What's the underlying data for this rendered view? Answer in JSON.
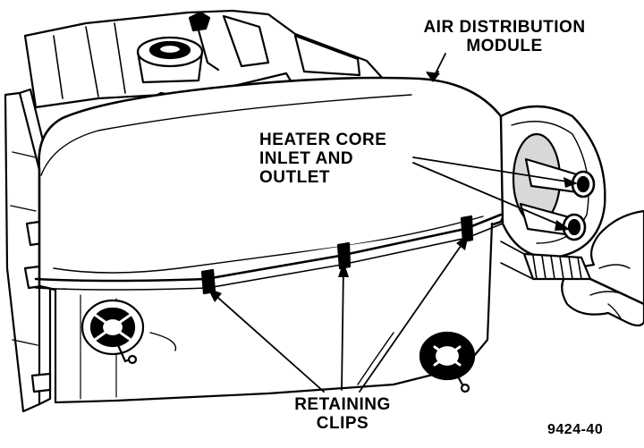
{
  "labels": {
    "air_distribution": [
      "AIR DISTRIBUTION",
      "MODULE"
    ],
    "heater_core": [
      "HEATER CORE",
      "INLET AND",
      "OUTLET"
    ],
    "retaining_clips": [
      "RETAINING",
      "CLIPS"
    ],
    "figure_number": "9424-40"
  },
  "colors": {
    "ink": "#000000",
    "paper": "#ffffff",
    "shade": "#cfcfcf"
  }
}
